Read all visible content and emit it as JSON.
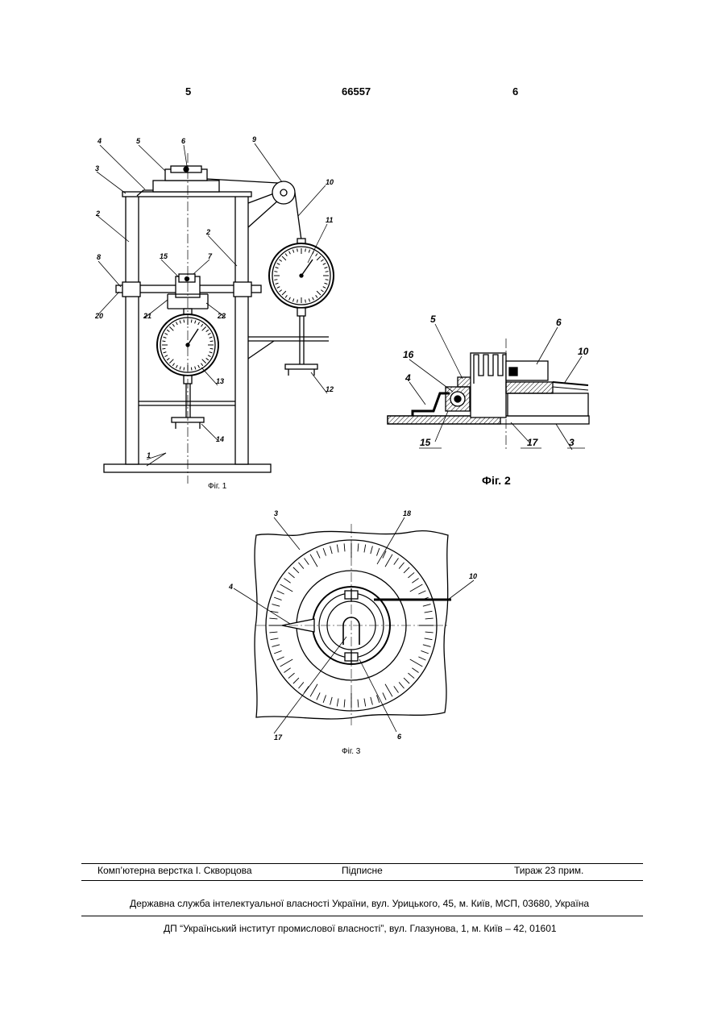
{
  "header": {
    "page_left": "5",
    "patent_number": "66557",
    "page_right": "6"
  },
  "fig1": {
    "caption": "Фіг. 1",
    "labels": [
      "1",
      "2",
      "2",
      "3",
      "4",
      "5",
      "6",
      "7",
      "8",
      "9",
      "10",
      "11",
      "12",
      "13",
      "14",
      "15",
      "20",
      "21",
      "22"
    ]
  },
  "fig2": {
    "caption": "Фіг. 2",
    "labels": [
      "3",
      "4",
      "5",
      "6",
      "10",
      "15",
      "16",
      "17"
    ]
  },
  "fig3": {
    "caption": "Фіг. 3",
    "labels": [
      "3",
      "4",
      "6",
      "10",
      "17",
      "18"
    ]
  },
  "footer": {
    "typesetting": "Комп’ютерна верстка І. Скворцова",
    "signed": "Підписне",
    "circulation": "Тираж 23 прим.",
    "office": "Державна служба інтелектуальної власності України, вул. Урицького, 45, м. Київ, МСП, 03680, Україна",
    "institute": "ДП “Український інститут промислової власності”, вул. Глазунова, 1, м. Київ – 42, 01601"
  }
}
